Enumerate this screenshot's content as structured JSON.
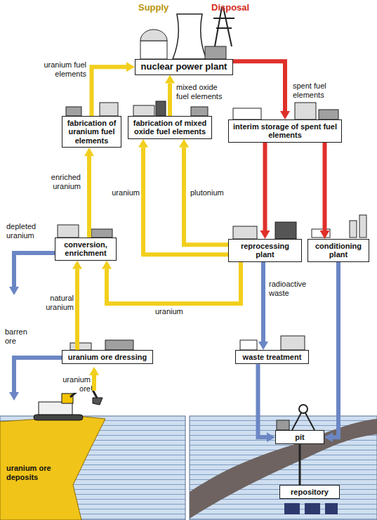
{
  "diagram": {
    "nodes": [
      {
        "text": [
          "nuclear power plant"
        ]
      },
      {
        "text": [
          "fabrication of uranium fuel elements"
        ]
      },
      {
        "text": [
          "fabrication of mixed oxide fuel elements"
        ]
      },
      {
        "text": [
          "interim storage of spent fuel elements"
        ]
      },
      {
        "text": [
          "conversion, enrichment"
        ]
      },
      {
        "text": [
          "reprocessing plant"
        ]
      },
      {
        "text": [
          "conditioning plant"
        ]
      },
      {
        "text": [
          "uranium ore dressing"
        ]
      },
      {
        "text": [
          "waste treatment"
        ]
      },
      {
        "text": [
          "pit"
        ]
      },
      {
        "text": [
          "repository"
        ]
      }
    ],
    "edges": [
      {
        "from": 0,
        "to": 3,
        "label": "spent fuel elements",
        "arrow": "to"
      },
      {
        "from": 1,
        "to": 0,
        "label": "uranium fuel elements",
        "arrow": "to"
      },
      {
        "from": 2,
        "to": 0,
        "label": "mixed oxide fuel elements",
        "arrow": "to"
      },
      {
        "from": 4,
        "to": 1,
        "label": "enriched uranium",
        "arrow": "to"
      },
      {
        "from": 5,
        "to": 2,
        "label": "uranium",
        "arrow": "to"
      },
      {
        "from": 5,
        "to": 2,
        "label": "plutonium",
        "arrow": "to"
      },
      {
        "from": 3,
        "to": 5,
        "arrow": "to"
      },
      {
        "from": 3,
        "to": 6,
        "arrow": "to"
      },
      {
        "from": 7,
        "to": 4,
        "label": "natural uranium",
        "arrow": "to"
      },
      {
        "from": 5,
        "to": 4,
        "label": "uranium",
        "arrow": "to"
      },
      {
        "from": 5,
        "to": 8,
        "label": "radioactive waste",
        "arrow": "to"
      },
      {
        "from": 8,
        "to": 9,
        "arrow": "to"
      },
      {
        "from": 6,
        "to": 9,
        "arrow": "to"
      },
      {
        "from": 9,
        "to": 10,
        "arrow": "none"
      }
    ],
    "labels": [
      "Supply",
      "Disposal",
      "depleted uranium",
      "barren ore",
      "uranium ore",
      "uranium ore deposits"
    ]
  }
}
